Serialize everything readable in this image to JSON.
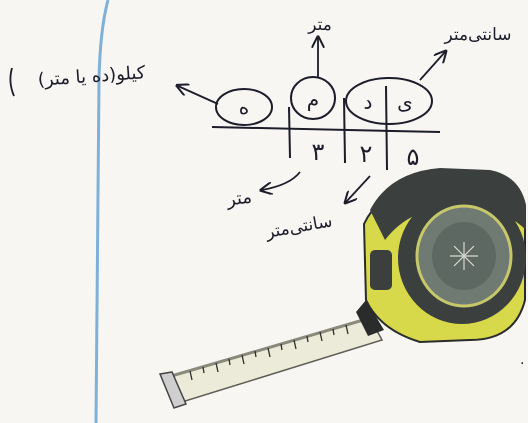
{
  "labels": {
    "kilo_or_myria": "کیلو(ده یا متر)",
    "meter": "متر",
    "centimeter_top": "سانتی‌متر",
    "meter_bottom": "متر",
    "centimeter_bottom": "سانتی‌متر"
  },
  "circled_letters": [
    "ه",
    "م",
    "د",
    "ی"
  ],
  "digits": [
    "۳",
    "۲",
    "۵"
  ],
  "colors": {
    "ink": "#1c1c2a",
    "margin_line": "#7fb0d8",
    "tape_body_yellow": "#d8d94a",
    "tape_body_dark": "#3b3f3e",
    "tape_blade": "#ecebd9"
  },
  "icons": [
    "tape-measure-illustration"
  ]
}
